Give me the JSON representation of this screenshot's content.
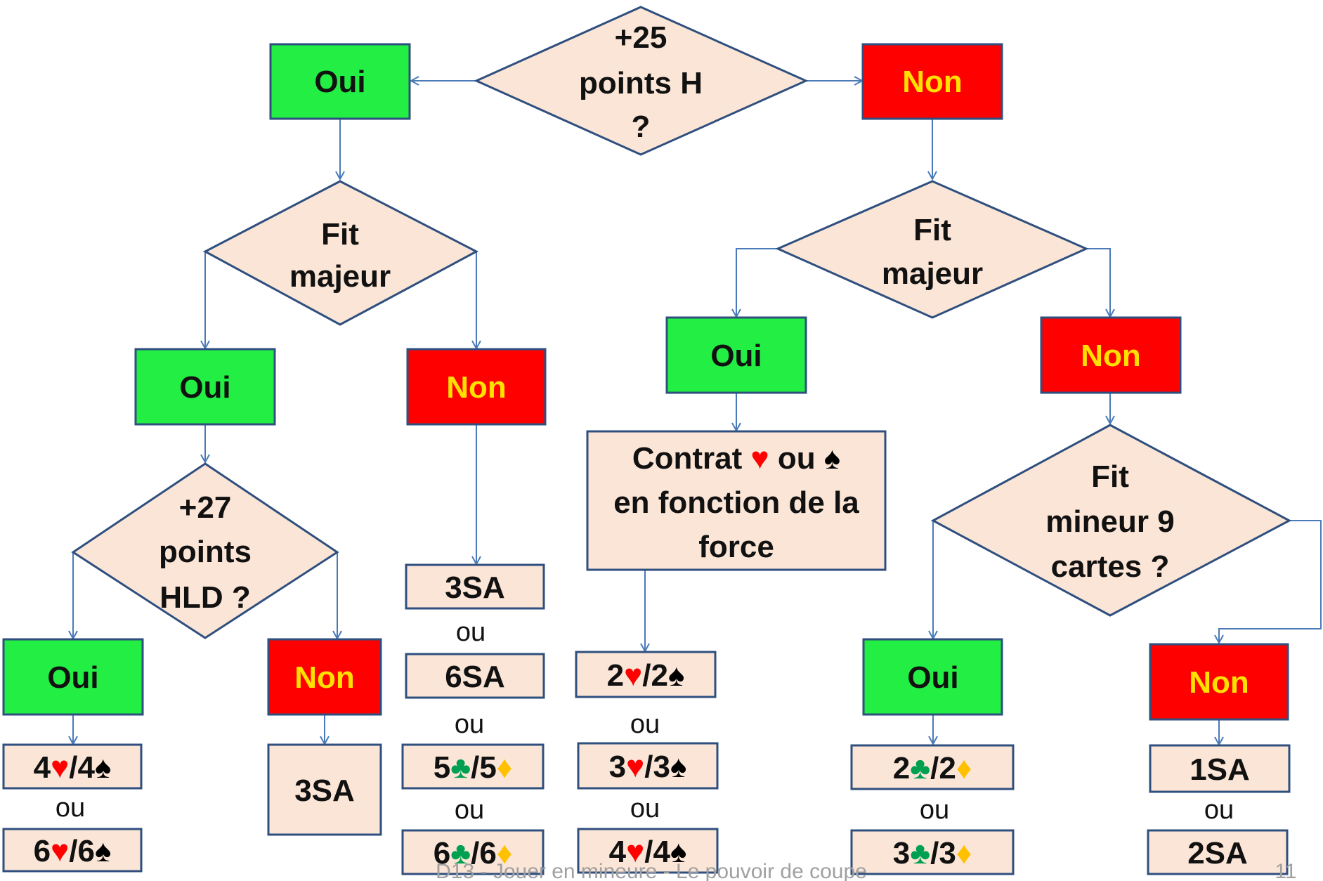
{
  "colors": {
    "line": "#4a7ab8",
    "outline": "#2f4f7f",
    "yes_fill": "#22ee44",
    "no_fill": "#ff0000",
    "yes_text": "#111111",
    "no_text": "#ffe000",
    "shape_fill": "#fbe5d6",
    "heart": "#ff0000",
    "spade": "#000000",
    "club": "#00a050",
    "diamond": "#ffc000"
  },
  "diamonds": {
    "top": [
      "+25",
      "points H",
      "?"
    ],
    "left_fit": [
      "Fit",
      "majeur"
    ],
    "right_fit": [
      "Fit",
      "majeur"
    ],
    "hld": [
      "+27",
      "points",
      "HLD ?"
    ],
    "minor": [
      "Fit",
      "mineur 9",
      "cartes ?"
    ]
  },
  "boxes": {
    "oui_top": "Oui",
    "non_top": "Non",
    "oui_left_fit": "Oui",
    "non_left_fit": "Non",
    "oui_right_fit": "Oui",
    "non_right_fit": "Non",
    "oui_hld": "Oui",
    "non_hld": "Non",
    "oui_minor": "Oui",
    "non_minor": "Non"
  },
  "contract_box": {
    "line1_a": "Contrat ",
    "line1_b": " ou ",
    "line2": "en fonction de la",
    "line3": "force"
  },
  "results": {
    "hld_yes_1": "4♥/4♠",
    "hld_yes_2": "6♥/6♠",
    "hld_no": "3SA",
    "nofit_1": "3SA",
    "nofit_2": "6SA",
    "nofit_3": "5♣/5♦",
    "nofit_4": "6♣/6♦",
    "contract_1": "2♥/2♠",
    "contract_2": "3♥/3♠",
    "contract_3": "4♥/4♠",
    "minor_yes_1": "2♣/2♦",
    "minor_yes_2": "3♣/3♦",
    "minor_no_1": "1SA",
    "minor_no_2": "2SA"
  },
  "ou": "ou",
  "footer": {
    "title": "D13 - Jouer en mineure - Le pouvoir de coupe",
    "page": "11"
  }
}
